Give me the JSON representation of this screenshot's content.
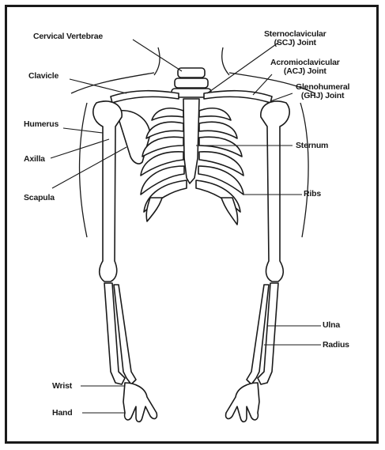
{
  "labels": {
    "cervical": "Cervical Vertebrae",
    "scj_line1": "Sternoclavicular",
    "scj_line2": "(SCJ) Joint",
    "clavicle": "Clavicle",
    "acj_line1": "Acromioclavicular",
    "acj_line2": "(ACJ) Joint",
    "ghj_line1": "Glenohumeral",
    "ghj_line2": "(GHJ) Joint",
    "humerus": "Humerus",
    "sternum": "Sternum",
    "axilla": "Axilla",
    "scapula": "Scapula",
    "ribs": "Ribs",
    "ulna": "Ulna",
    "radius": "Radius",
    "wrist": "Wrist",
    "hand": "Hand"
  }
}
